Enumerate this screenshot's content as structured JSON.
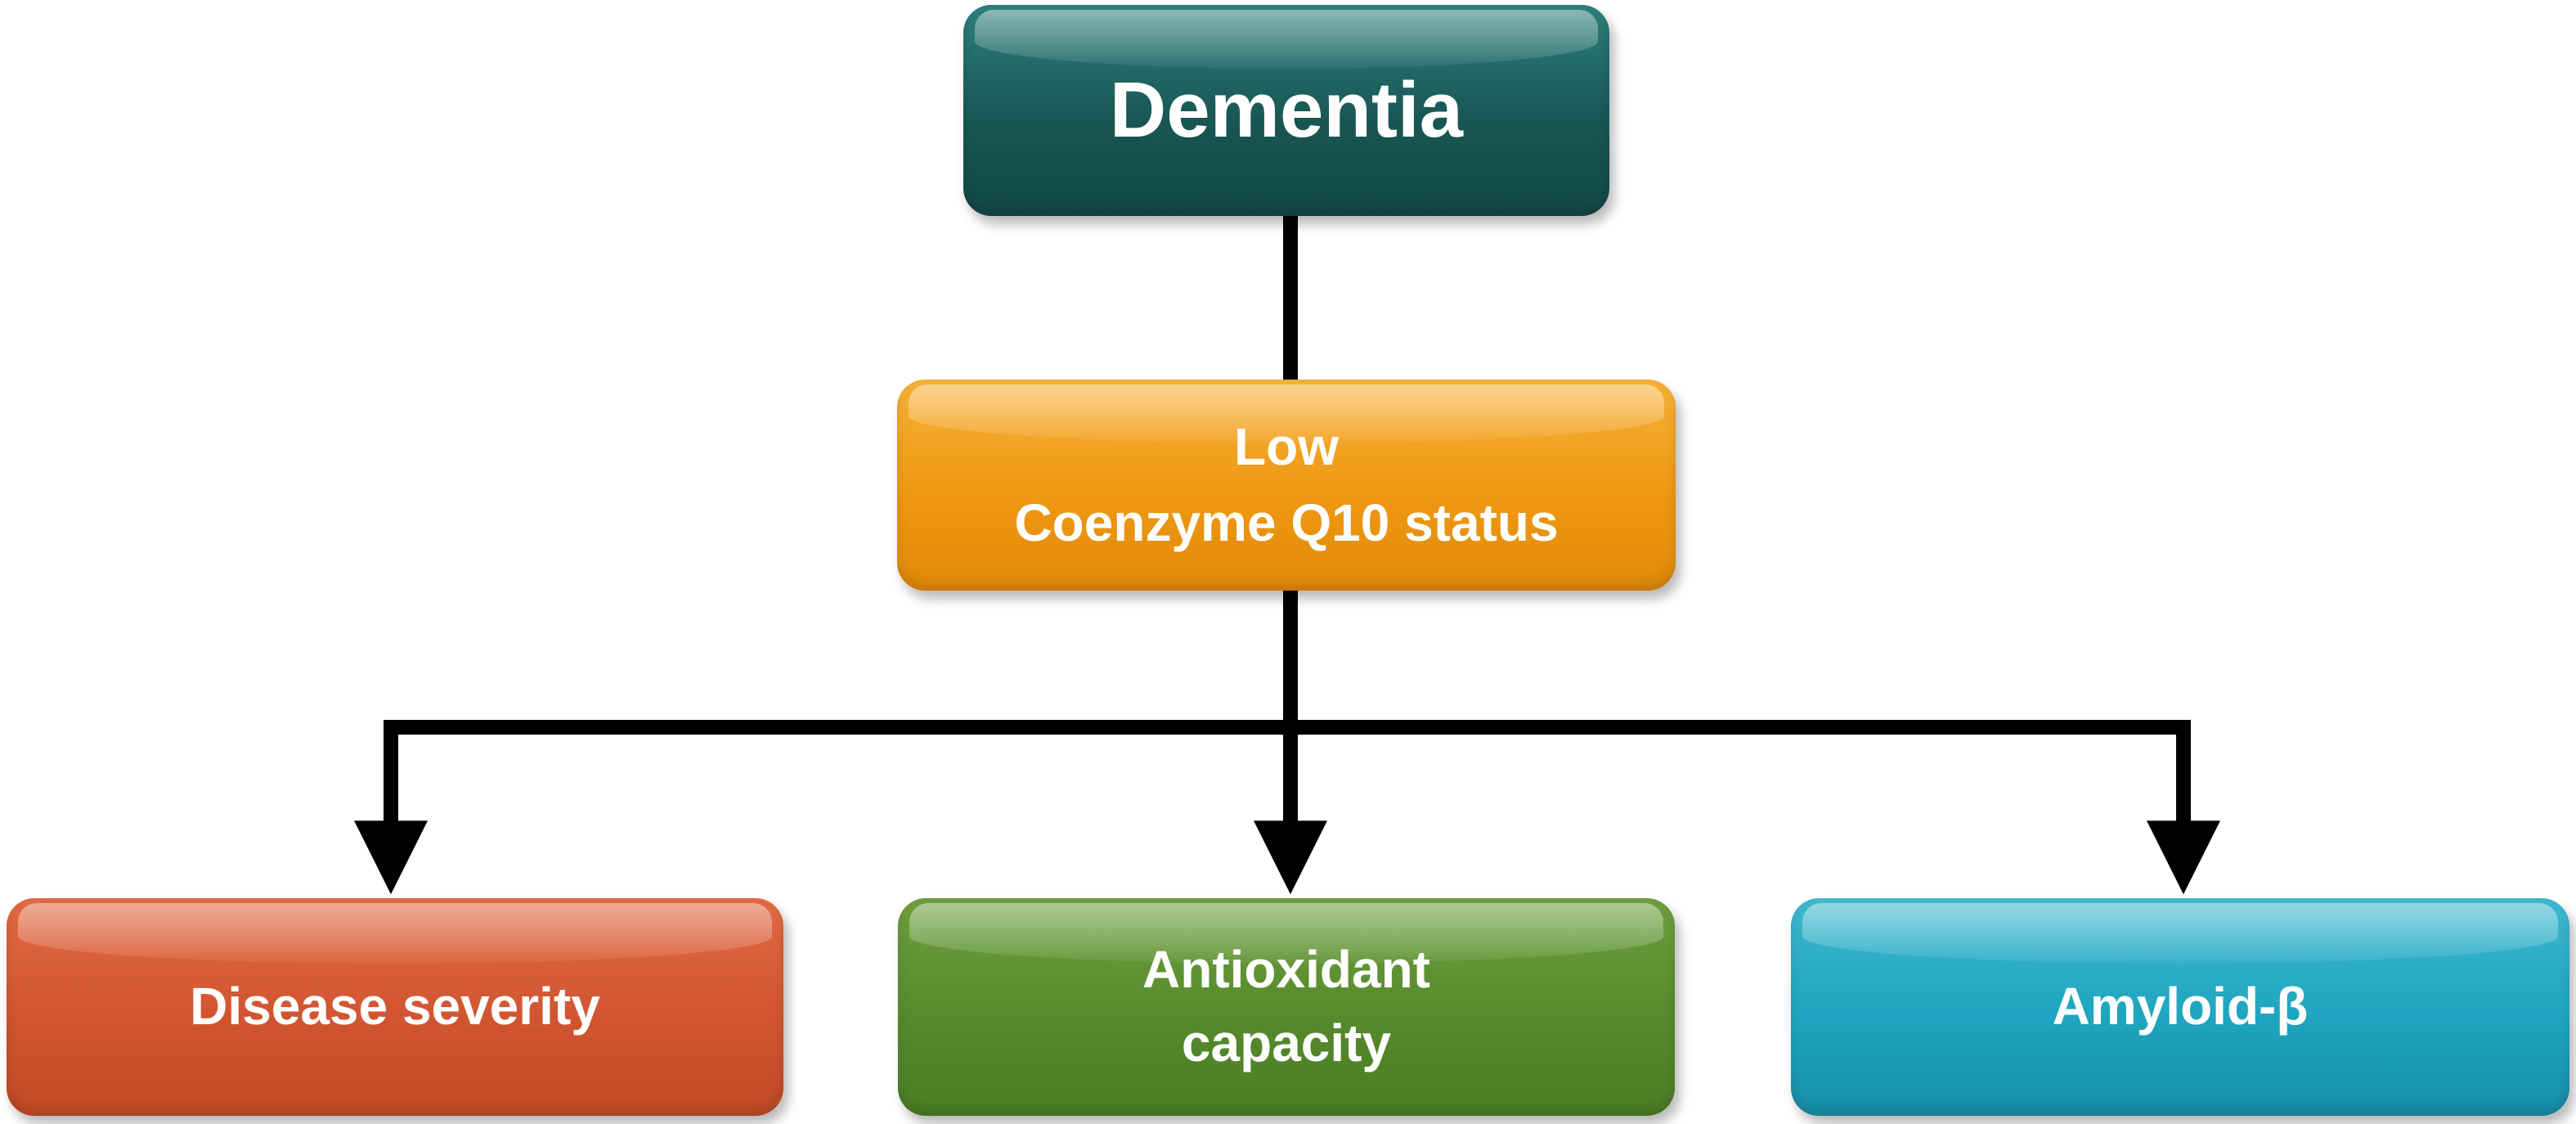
{
  "diagram": {
    "nodes": {
      "dementia": "Dementia",
      "coq10": "Low\nCoenzyme Q10 status",
      "severity": "Disease severity",
      "antioxidant": "Antioxidant\ncapacity",
      "amyloid": "Amyloid-β"
    },
    "edges": [
      {
        "from": "dementia",
        "to": "coq10"
      },
      {
        "from": "coq10",
        "to": "severity"
      },
      {
        "from": "coq10",
        "to": "antioxidant"
      },
      {
        "from": "coq10",
        "to": "amyloid"
      }
    ],
    "colors": {
      "dementia": "#185654",
      "coq10": "#ee9812",
      "severity": "#d05530",
      "antioxidant": "#568a2c",
      "amyloid": "#1ea5bf",
      "connector": "#000000"
    }
  }
}
